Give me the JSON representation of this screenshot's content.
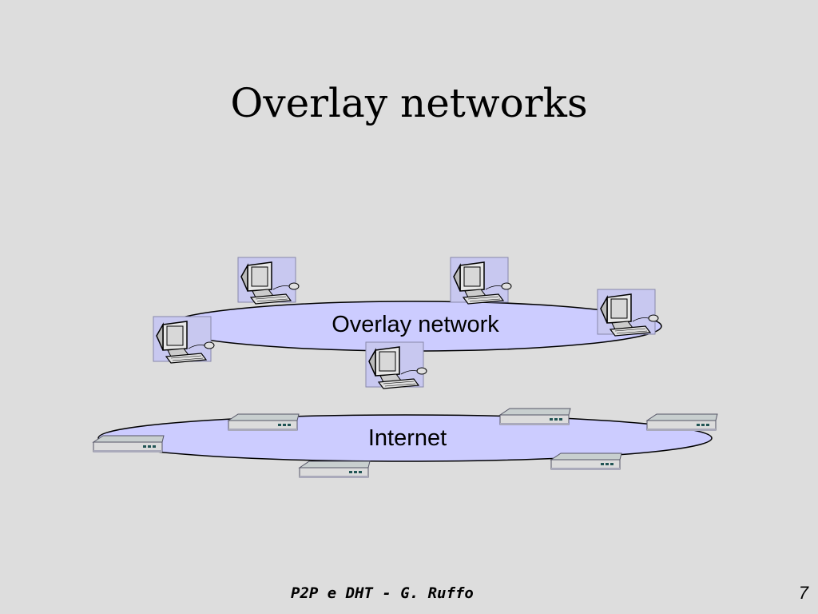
{
  "slide": {
    "title": "Overlay networks",
    "footer": "P2P e DHT - G. Ruffo",
    "page_number": "7"
  },
  "diagram": {
    "overlay_ring": {
      "label": "Overlay network",
      "fill": "#ccccff",
      "stroke": "#000000"
    },
    "internet_ring": {
      "label": "Internet",
      "fill": "#ccccff",
      "stroke": "#000000"
    },
    "node_icons": {
      "computer": "computer-icon",
      "router": "router-icon"
    }
  }
}
